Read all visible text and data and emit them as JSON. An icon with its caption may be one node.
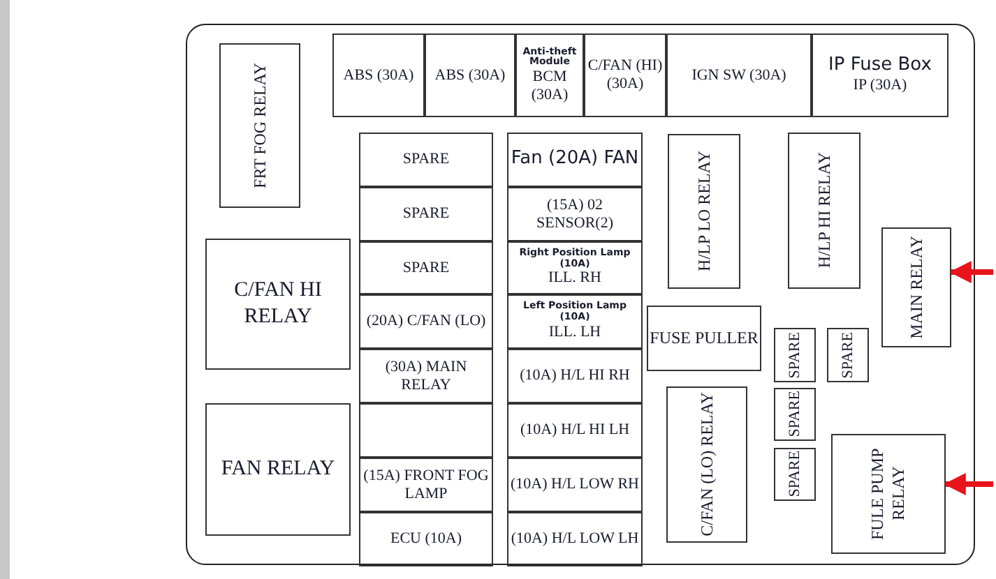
{
  "diagram": {
    "nodes": [
      {
        "text": [],
        "shape": "box"
      },
      {
        "text": [
          "FRT FOG RELAY"
        ],
        "in": 0
      },
      {
        "text": [
          "ABS (30A)"
        ],
        "in": 0
      },
      {
        "text": [
          "ABS (30A)"
        ],
        "in": 0
      },
      {
        "text": [
          "Anti-theft Module",
          "BCM (30A)"
        ],
        "in": 0
      },
      {
        "text": [
          "C/FAN (HI) (30A)"
        ],
        "in": 0
      },
      {
        "text": [
          "IGN SW (30A)"
        ],
        "in": 0
      },
      {
        "text": [
          "IP Fuse Box",
          "IP (30A)"
        ],
        "in": 0
      },
      {
        "text": [
          "SPARE"
        ],
        "in": 0
      },
      {
        "text": [
          "Fan (20A) FAN"
        ],
        "in": 0
      },
      {
        "text": [
          "H/LP LO RELAY"
        ],
        "in": 0
      },
      {
        "text": [
          "H/LP HI RELAY"
        ],
        "in": 0
      },
      {
        "text": [
          "SPARE"
        ],
        "in": 0
      },
      {
        "text": [
          "(15A) 02 SENSOR(2)"
        ],
        "in": 0
      },
      {
        "text": [
          "SPARE"
        ],
        "in": 0
      },
      {
        "text": [
          "Right Position Lamp (10A)",
          "ILL. RH"
        ],
        "in": 0
      },
      {
        "text": [
          "MAIN RELAY"
        ],
        "in": 0
      },
      {
        "text": [
          "C/FAN HI RELAY"
        ],
        "in": 0
      },
      {
        "text": [
          "(20A) C/FAN (LO)"
        ],
        "in": 0
      },
      {
        "text": [
          "Left Position Lamp (10A)",
          "ILL. LH"
        ],
        "in": 0
      },
      {
        "text": [
          "FUSE PULLER"
        ],
        "in": 0
      },
      {
        "text": [
          "SPARE"
        ],
        "in": 0
      },
      {
        "text": [
          "SPARE"
        ],
        "in": 0
      },
      {
        "text": [
          "(30A) MAIN RELAY"
        ],
        "in": 0
      },
      {
        "text": [
          "(10A) H/L HI RH"
        ],
        "in": 0
      },
      {
        "text": [
          "SPARE"
        ],
        "in": 0
      },
      {
        "text": [
          "C/FAN (LO) RELAY"
        ],
        "in": 0
      },
      {
        "text": [
          "FAN RELAY"
        ],
        "in": 0
      },
      {
        "text": [],
        "shape": "box",
        "in": 0
      },
      {
        "text": [
          "(10A) H/L HI LH"
        ],
        "in": 0
      },
      {
        "text": [
          "FULE PUMP RELAY"
        ],
        "in": 0
      },
      {
        "text": [
          "SPARE"
        ],
        "in": 0
      },
      {
        "text": [
          "(15A) FRONT FOG LAMP"
        ],
        "in": 0
      },
      {
        "text": [
          "(10A) H/L LOW RH"
        ],
        "in": 0
      },
      {
        "text": [
          "ECU (10A)"
        ],
        "in": 0
      },
      {
        "text": [
          "(10A) H/L LOW LH"
        ],
        "in": 0
      }
    ],
    "edges": [
      {
        "from": null,
        "to": 16,
        "arrow": "to"
      },
      {
        "from": null,
        "to": 30,
        "arrow": "to"
      }
    ]
  }
}
